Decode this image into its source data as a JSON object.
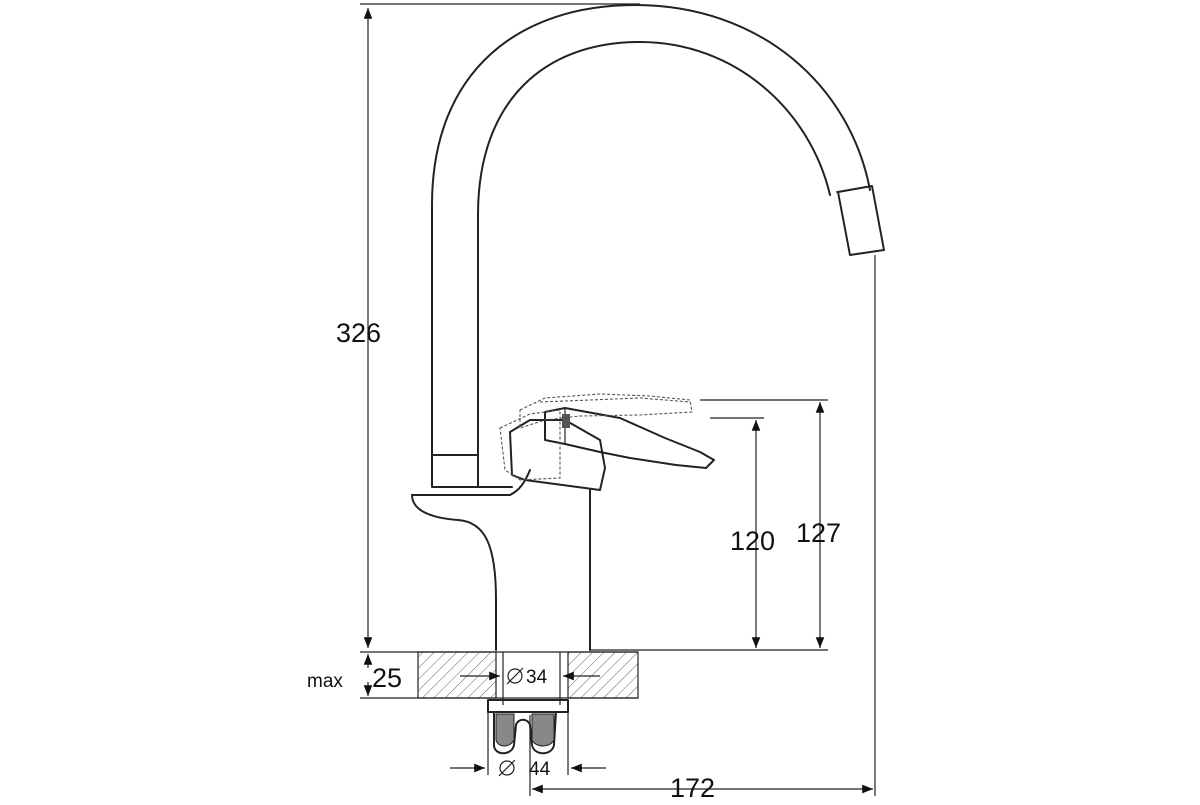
{
  "drawing": {
    "height_total": "326",
    "lever_height": "120",
    "body_height": "127",
    "max_label": "max",
    "deck_thickness": "25",
    "hole_diameter": "34",
    "nut_diameter": "44",
    "reach": "172",
    "diameter_symbol": "⌀"
  }
}
